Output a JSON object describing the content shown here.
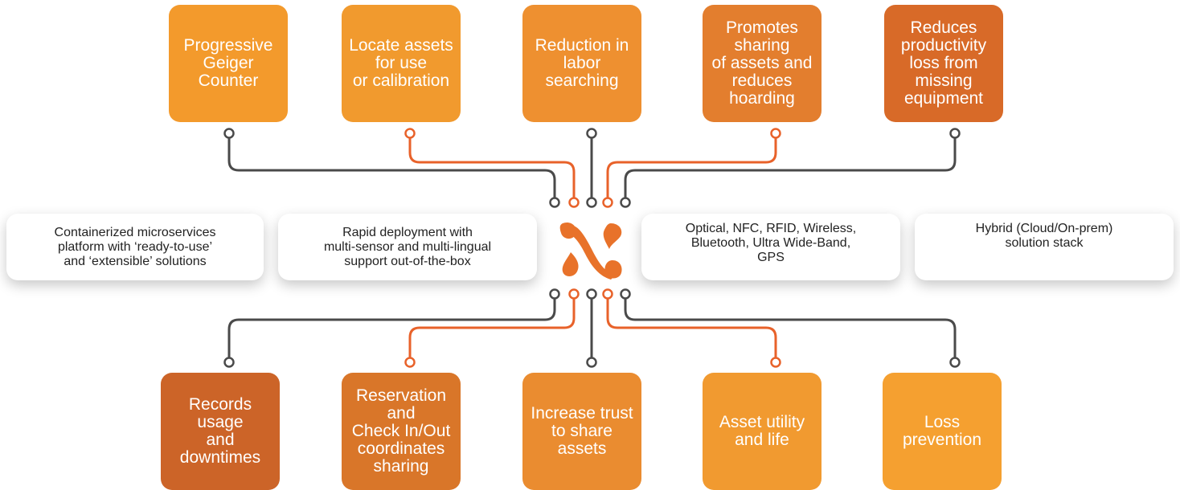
{
  "colors": {
    "box_1": "#F39A2C",
    "box_2": "#F19A2E",
    "box_3": "#EE9030",
    "box_4": "#E37E2E",
    "box_5": "#D86A28",
    "box_6": "#CC6428",
    "box_7": "#D97629",
    "box_8": "#EA8C30",
    "box_9": "#F19A30",
    "box_10": "#F5A030",
    "line_dark": "#4A4A4A",
    "line_orange": "#E8622A",
    "logo": "#E8722A"
  },
  "top_boxes": [
    {
      "label": "Progressive\nGeiger Counter",
      "line": "dark"
    },
    {
      "label": "Locate assets\nfor use\nor calibration",
      "line": "orange"
    },
    {
      "label": "Reduction in\nlabor searching",
      "line": "dark"
    },
    {
      "label": "Promotes\nsharing\nof assets and\nreduces\nhoarding",
      "line": "orange"
    },
    {
      "label": "Reduces\nproductivity\nloss from\nmissing\nequipment",
      "line": "dark"
    }
  ],
  "middle_pills": [
    {
      "label": "Containerized microservices\nplatform with ‘ready-to-use’\nand ‘extensible’ solutions"
    },
    {
      "label": "Rapid deployment with\nmulti-sensor and multi-lingual\nsupport out-of-the-box"
    },
    {
      "label": "Optical, NFC, RFID, Wireless,\nBluetooth, Ultra Wide-Band,\nGPS"
    },
    {
      "label": "Hybrid (Cloud/On-prem)\nsolution stack"
    }
  ],
  "bottom_boxes": [
    {
      "label": "Records usage\nand downtimes",
      "line": "dark"
    },
    {
      "label": "Reservation and\nCheck In/Out\ncoordinates\nsharing",
      "line": "orange"
    },
    {
      "label": "Increase trust\nto share assets",
      "line": "dark"
    },
    {
      "label": "Asset utility\nand life",
      "line": "orange"
    },
    {
      "label": "Loss\nprevention",
      "line": "dark"
    }
  ],
  "center_logo": {
    "icon": "hub-logo-icon"
  }
}
